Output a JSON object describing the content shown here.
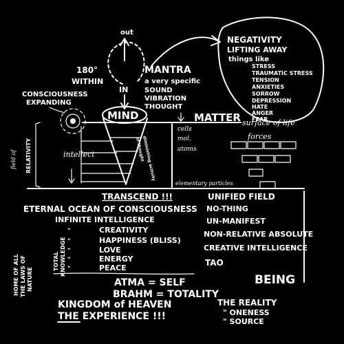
{
  "top": {
    "out": "out",
    "in": "IN",
    "degrees": "180°",
    "within": "WITHIN",
    "mantra": [
      "MANTRA",
      "a very specific",
      "SOUND",
      "VIBRATION",
      "THOUGHT"
    ],
    "consciousness": [
      "CONSCIOUSNESS",
      "EXPANDING"
    ]
  },
  "negativity": {
    "lines": [
      "NEGATIVITY",
      "LIFTING AWAY",
      "things like",
      "STRESS",
      "TRAUMATIC STRESS",
      "TENSION",
      "ANXIETIES",
      "SORROW",
      "DEPRESSION",
      "HATE",
      "ANGER",
      "FEAR"
    ]
  },
  "middle": {
    "mind": "MIND",
    "matter": "MATTER",
    "surface": "surface of life",
    "relativity": [
      "field of",
      "RELATIVITY"
    ],
    "intellect": "intellect",
    "subtle": [
      "diminishing activity",
      "of thought"
    ],
    "levels": [
      "cells",
      "mol.",
      "atoms"
    ],
    "forces": "forces",
    "elementary": "elementary particles",
    "transcend": "TRANSCEND !!!",
    "unified": "UNIFIED FIELD"
  },
  "lower": {
    "eternal": "ETERNAL OCEAN OF CONSCIOUSNESS",
    "infinite": "INFINITE INTELLIGENCE",
    "qualities": [
      "CREATIVITY",
      "HAPPINESS (BLISS)",
      "LOVE",
      "ENERGY",
      "PEACE"
    ],
    "ditto": "\"",
    "total": [
      "TOTAL",
      "KNOWLEDGE"
    ],
    "home": [
      "HOME OF ALL",
      "THE LAWS OF",
      "NATURE"
    ],
    "right": [
      "NO-THING",
      "UN-MANIFEST",
      "NON-RELATIVE ABSOLUTE",
      "CREATIVE INTELLIGENCE",
      "TAO"
    ],
    "being": "BEING",
    "atma": "ATMA = SELF",
    "brahm": "BRAHM = TOTALITY",
    "kingdom": "KINGDOM of HEAVEN",
    "experience": "THE EXPERIENCE !!!",
    "reality": [
      "THE REALITY",
      "\" ONENESS",
      "\" SOURCE"
    ]
  }
}
